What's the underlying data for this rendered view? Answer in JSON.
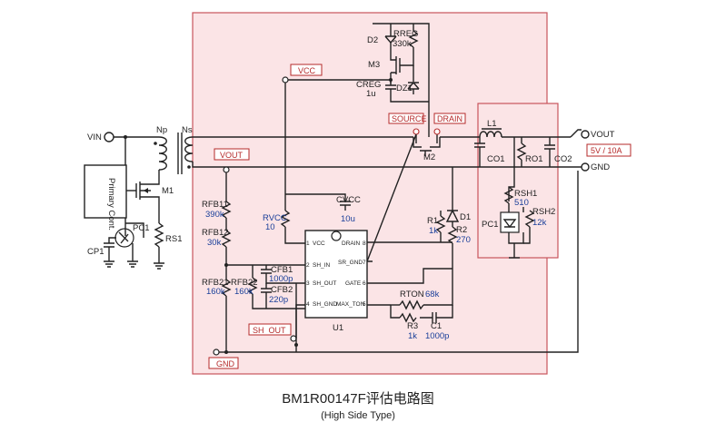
{
  "diagram": {
    "title": "BM1R00147F评估电路图",
    "subtitle": "(High Side Type)",
    "nets": {
      "vin": "VIN",
      "vout": "VOUT",
      "gnd": "GND",
      "vcc": "VCC",
      "vout_tag": "VOUT",
      "gnd_tag": "GND",
      "sh_out_tag": "SH_OUT",
      "source_tag": "SOURCE",
      "drain_tag": "DRAIN",
      "rating": "5V / 10A"
    },
    "transformer": {
      "np": "Np",
      "ns": "Ns"
    },
    "primary": {
      "controller": "Primary Cont.",
      "m1": "M1",
      "pc1": "PC1",
      "cp1": "CP1",
      "rs1": "RS1"
    },
    "components": {
      "d2": "D2",
      "rreg": "RREG",
      "rreg_val": "330k",
      "m3": "M3",
      "creg": "CREG",
      "creg_val": "1u",
      "dz1": "DZ1",
      "m2": "M2",
      "l1": "L1",
      "co1": "CO1",
      "ro1": "RO1",
      "co2": "CO2",
      "rsh1": "RSH1",
      "rsh1_val": "510",
      "rsh2": "RSH2",
      "rsh2_val": "12k",
      "pc1_out": "PC1",
      "rvcc": "RVCC",
      "rvcc_val": "10",
      "cvcc": "CVCC",
      "cvcc_val": "10u",
      "r1": "R1",
      "r1_val": "1k",
      "d1": "D1",
      "r2": "R2",
      "r2_val": "270",
      "rfb11": "RFB11",
      "rfb11_val": "390k",
      "rfb12": "RFB12",
      "rfb12_val": "30k",
      "rfb21": "RFB21",
      "rfb21_val": "160k",
      "rfb22": "RFB22",
      "rfb22_val": "160k",
      "cfb1": "CFB1",
      "cfb1_val": "1000p",
      "cfb2": "CFB2",
      "cfb2_val": "220p",
      "rton": "RTON",
      "rton_val": "68k",
      "r3": "R3",
      "r3_val": "1k",
      "c1": "C1",
      "c1_val": "1000p"
    },
    "ic": {
      "name": "U1",
      "pins_left": [
        "VCC",
        "SH_IN",
        "SH_OUT",
        "SH_GND"
      ],
      "pins_right": [
        "DRAIN",
        "SR_GND",
        "GATE",
        "MAX_TON"
      ],
      "pin_numbers_left": [
        "1",
        "2",
        "3",
        "4"
      ],
      "pin_numbers_right": [
        "8",
        "7",
        "6",
        "5"
      ]
    }
  }
}
